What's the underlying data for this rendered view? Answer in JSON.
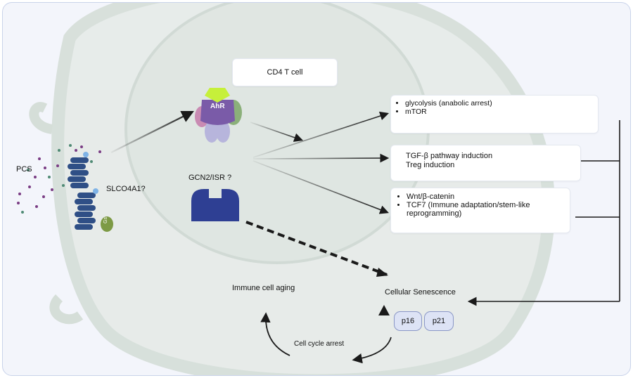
{
  "cell_title": "CD4 T cell",
  "pcs_label": "PCS",
  "transporter_label": "SLCO4A1?",
  "receptor_label": "AhR",
  "gcn2_label": "GCN2/ISR ?",
  "membrane_badge": "Gs",
  "outcome_boxes": {
    "metabolic": [
      "glycolysis (anabolic arrest)",
      "mTOR"
    ],
    "tgf": [
      "TGF-β pathway induction",
      "Treg induction"
    ],
    "wnt": [
      "Wnt/β-catenin",
      "TCF7 (Immune adaptation/stem-like reprogramming)"
    ]
  },
  "senescence_label": "Cellular Senescence",
  "aging_label": "Immune cell aging",
  "arrest_label": "Cell cycle arrest",
  "markers": [
    "p16",
    "p21"
  ],
  "colors": {
    "receptor_body": "#7a5ba8",
    "ligand": "#c6f03a",
    "membrane_protein": "#2f4f86",
    "gcn2": "#2e3f93",
    "arrow": "#1a1a1a"
  }
}
